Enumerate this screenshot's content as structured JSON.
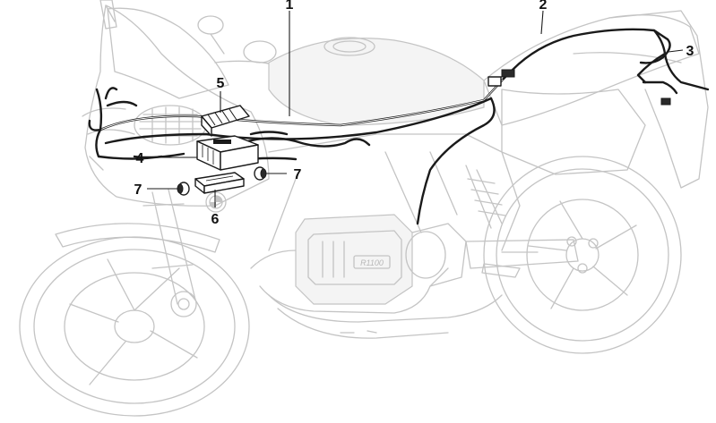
{
  "diagram": {
    "callouts": [
      {
        "id": "1",
        "label": "1"
      },
      {
        "id": "2",
        "label": "2"
      },
      {
        "id": "3",
        "label": "3"
      },
      {
        "id": "4",
        "label": "4"
      },
      {
        "id": "5",
        "label": "5"
      },
      {
        "id": "6",
        "label": "6"
      },
      {
        "id": "7a",
        "label": "7"
      },
      {
        "id": "7b",
        "label": "7"
      }
    ],
    "engine_badge": "R1100"
  },
  "colors": {
    "line": "#1a1a1a",
    "ghost": "#c4c4c4",
    "background": "#ffffff"
  }
}
